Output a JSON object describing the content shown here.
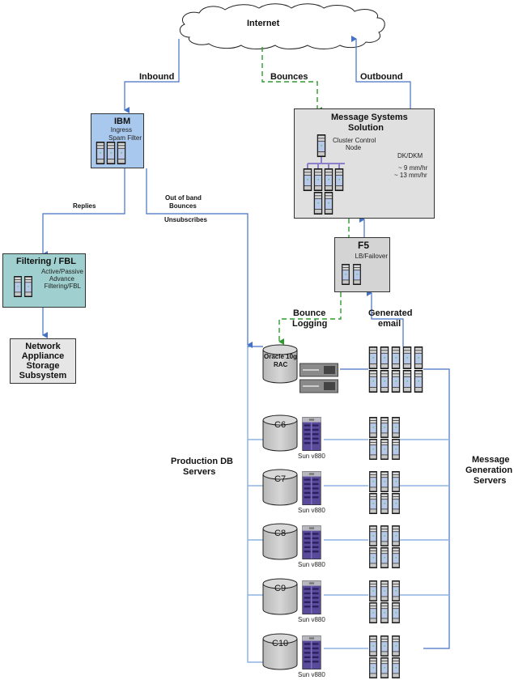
{
  "internet": {
    "label": "Internet"
  },
  "flows": {
    "inbound": "Inbound",
    "bounces": "Bounces",
    "outbound": "Outbound",
    "replies": "Replies",
    "out_of_band_1": "Out of band",
    "out_of_band_2": "Bounces",
    "unsubscribes": "Unsubscribes",
    "bounce_logging_1": "Bounce",
    "bounce_logging_2": "Logging",
    "generated_email_1": "Generated",
    "generated_email_2": "email"
  },
  "ibm": {
    "title": "IBM",
    "sub1": "Ingress",
    "sub2": "Spam Filter",
    "color": "#a9c8ee"
  },
  "mss": {
    "title1": "Message Systems",
    "title2": "Solution",
    "ccn1": "Cluster Control",
    "ccn2": "Node",
    "dk": "DK/DKM",
    "rate1": "~ 9 mm/hr",
    "rate2": "~ 13 mm/hr",
    "color": "#e0e0e0"
  },
  "filtering": {
    "title": "Filtering / FBL",
    "sub1": "Active/Passive",
    "sub2": "Advance",
    "sub3": "Filtering/FBL",
    "color": "#9fd0cf"
  },
  "netapp": {
    "line1": "Network",
    "line2": "Appliance",
    "line3": "Storage",
    "line4": "Subsystem",
    "color": "#e6e6e6"
  },
  "f5": {
    "title": "F5",
    "sub": "LB/Failover",
    "color": "#d4d4d4"
  },
  "oracle": {
    "line1": "Oracle 10g",
    "line2": "RAC"
  },
  "db_servers": [
    {
      "name": "C6",
      "model": "Sun v880"
    },
    {
      "name": "C7",
      "model": "Sun v880"
    },
    {
      "name": "C8",
      "model": "Sun v880"
    },
    {
      "name": "C9",
      "model": "Sun v880"
    },
    {
      "name": "C10",
      "model": "Sun v880"
    }
  ],
  "production_db": {
    "line1": "Production DB",
    "line2": "Servers"
  },
  "msg_gen": {
    "line1": "Message",
    "line2": "Generation",
    "line3": "Servers"
  },
  "colors": {
    "blue_line": "#4472c4",
    "light_blue_line": "#8eb4e3",
    "green_dash": "#2e9a2e"
  }
}
